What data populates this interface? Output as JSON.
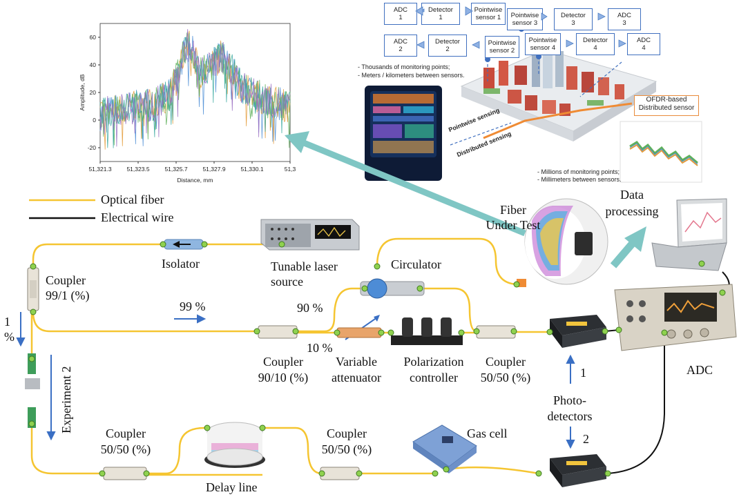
{
  "legend": {
    "optical_fiber": "Optical fiber",
    "electrical_wire": "Electrical wire",
    "optical_color": "#f5c531",
    "electrical_color": "#111111"
  },
  "components": {
    "isolator": "Isolator",
    "laser_line1": "Tunable laser",
    "laser_line2": "source",
    "coupler_99_line1": "Coupler",
    "coupler_99_line2": "99/1 (%)",
    "circulator": "Circulator",
    "fut_line1": "Fiber",
    "fut_line2": "Under Test",
    "data_line1": "Data",
    "data_line2": "processing",
    "pct_99": "99 %",
    "pct_90": "90 %",
    "pct_10": "10 %",
    "pct_1_line1": "1",
    "pct_1_line2": "%",
    "coupler_9010_line1": "Coupler",
    "coupler_9010_line2": "90/10 (%)",
    "attenuator_line1": "Variable",
    "attenuator_line2": "attenuator",
    "polarization_line1": "Polarization",
    "polarization_line2": "controller",
    "coupler_5050_right_line1": "Coupler",
    "coupler_5050_right_line2": "50/50 (%)",
    "adc": "ADC",
    "pd_1": "1",
    "pd_2": "2",
    "pd_line1": "Photo-",
    "pd_line2": "detectors",
    "experiment2": "Experiment 2",
    "coupler_5050_left_line1": "Coupler",
    "coupler_5050_left_line2": "50/50 (%)",
    "coupler_5050_mid_line1": "Coupler",
    "coupler_5050_mid_line2": "50/50 (%)",
    "delay_line": "Delay line",
    "gas_cell": "Gas cell"
  },
  "inset": {
    "adc1": "ADC\n1",
    "det1": "Detector\n1",
    "ps1": "Pointwise\nsensor 1",
    "ps3": "Pointwise\nsensor 3",
    "det3": "Detector\n3",
    "adc3": "ADC\n3",
    "adc2": "ADC\n2",
    "det2": "Detector\n2",
    "ps2": "Pointwise\nsensor 2",
    "ps4": "Pointwise\nsensor 4",
    "det4": "Detector\n4",
    "adc4": "ADC\n4",
    "note1_line1": "- Thousands of monitoring points;",
    "note1_line2": "- Meters / kilometers between sensors.",
    "ofdr_line1": "OFDR-based",
    "ofdr_line2": "Distributed sensor",
    "pointwise_sensing": "Pointwise sensing",
    "distributed_sensing": "Distributed sensing",
    "note2_line1": "- Millions of monitoring points;",
    "note2_line2": "- Millimeters between sensors."
  },
  "chart_data": {
    "type": "line",
    "title": "",
    "xlabel": "Distance, mm",
    "ylabel": "Amplitude, dB",
    "x_ticks": [
      "51,321.3",
      "51,323.5",
      "51,325.7",
      "51,327.9",
      "51,330.1",
      "51,3"
    ],
    "y_ticks": [
      -20,
      0,
      20,
      40,
      60
    ],
    "xlim": [
      51320.2,
      51332.3
    ],
    "ylim": [
      -30,
      70
    ],
    "series_colors": [
      "#4f8fd6",
      "#e39b3a",
      "#5fb05a",
      "#3aa9a0",
      "#9a6fc2"
    ],
    "envelope": {
      "x": [
        51320.2,
        51321.3,
        51322.4,
        51323.5,
        51324.6,
        51325.2,
        51325.7,
        51326.1,
        51326.6,
        51327.2,
        51327.9,
        51328.6,
        51329.2,
        51330.1,
        51331.2,
        51332.3
      ],
      "y": [
        10,
        14,
        16,
        17,
        24,
        40,
        62,
        55,
        40,
        44,
        53,
        42,
        30,
        24,
        20,
        15
      ]
    },
    "noise_amplitude": 12
  }
}
